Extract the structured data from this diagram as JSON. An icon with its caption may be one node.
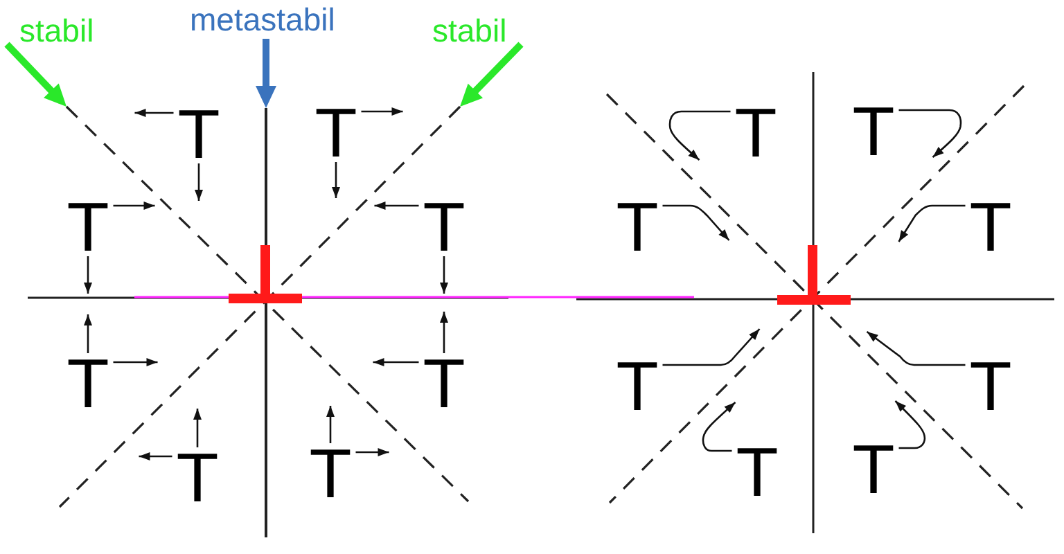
{
  "diagram": {
    "nodes": [
      {
        "text": [
          "metastabil"
        ]
      },
      {
        "text": [
          "stabil"
        ]
      },
      {
        "text": [
          "stabil"
        ]
      },
      {
        "text": [
          "T"
        ]
      },
      {
        "text": [
          "T"
        ]
      },
      {
        "text": [
          "T"
        ]
      },
      {
        "text": [
          "T"
        ]
      },
      {
        "text": [
          "T"
        ]
      },
      {
        "text": [
          "T"
        ]
      },
      {
        "text": [
          "T"
        ]
      },
      {
        "text": [
          "T"
        ]
      },
      {
        "text": [
          "T"
        ]
      },
      {
        "text": [
          "T"
        ]
      },
      {
        "text": [
          "T"
        ]
      },
      {
        "text": [
          "T"
        ]
      },
      {
        "text": [
          "T"
        ]
      },
      {
        "text": [
          "T"
        ]
      },
      {
        "text": [
          "T"
        ]
      },
      {
        "text": [
          "T"
        ]
      },
      {
        "text": [],
        "shape": "line"
      }
    ],
    "edges": [
      {
        "from": 0,
        "to": 19,
        "arrow": "to",
        "style": "thick",
        "color": "#3a73bd"
      },
      {
        "from": 1,
        "to": null,
        "arrow": "to",
        "style": "thick",
        "color": "#2ae82a"
      },
      {
        "from": 2,
        "to": null,
        "arrow": "to",
        "style": "thick",
        "color": "#2ae82a"
      },
      {
        "from": 3,
        "to": null,
        "arrow": "to"
      },
      {
        "from": 3,
        "to": null,
        "arrow": "to"
      },
      {
        "from": 4,
        "to": null,
        "arrow": "to"
      },
      {
        "from": 4,
        "to": null,
        "arrow": "to"
      },
      {
        "from": 5,
        "to": null,
        "arrow": "to"
      },
      {
        "from": 5,
        "to": null,
        "arrow": "to"
      },
      {
        "from": 6,
        "to": null,
        "arrow": "to"
      },
      {
        "from": 6,
        "to": null,
        "arrow": "to"
      },
      {
        "from": 7,
        "to": null,
        "arrow": "to"
      },
      {
        "from": 7,
        "to": null,
        "arrow": "to"
      },
      {
        "from": 8,
        "to": null,
        "arrow": "to"
      },
      {
        "from": 8,
        "to": null,
        "arrow": "to"
      },
      {
        "from": 9,
        "to": null,
        "arrow": "to"
      },
      {
        "from": 9,
        "to": null,
        "arrow": "to"
      },
      {
        "from": 10,
        "to": null,
        "arrow": "to"
      },
      {
        "from": 10,
        "to": null,
        "arrow": "to"
      },
      {
        "from": 11,
        "to": null,
        "arrow": "to"
      },
      {
        "from": 12,
        "to": null,
        "arrow": "to"
      },
      {
        "from": 13,
        "to": null,
        "arrow": "to"
      },
      {
        "from": 14,
        "to": null,
        "arrow": "to"
      },
      {
        "from": 15,
        "to": null,
        "arrow": "to"
      },
      {
        "from": 16,
        "to": null,
        "arrow": "to"
      },
      {
        "from": 17,
        "to": null,
        "arrow": "to"
      },
      {
        "from": 18,
        "to": null,
        "arrow": "to"
      }
    ]
  }
}
